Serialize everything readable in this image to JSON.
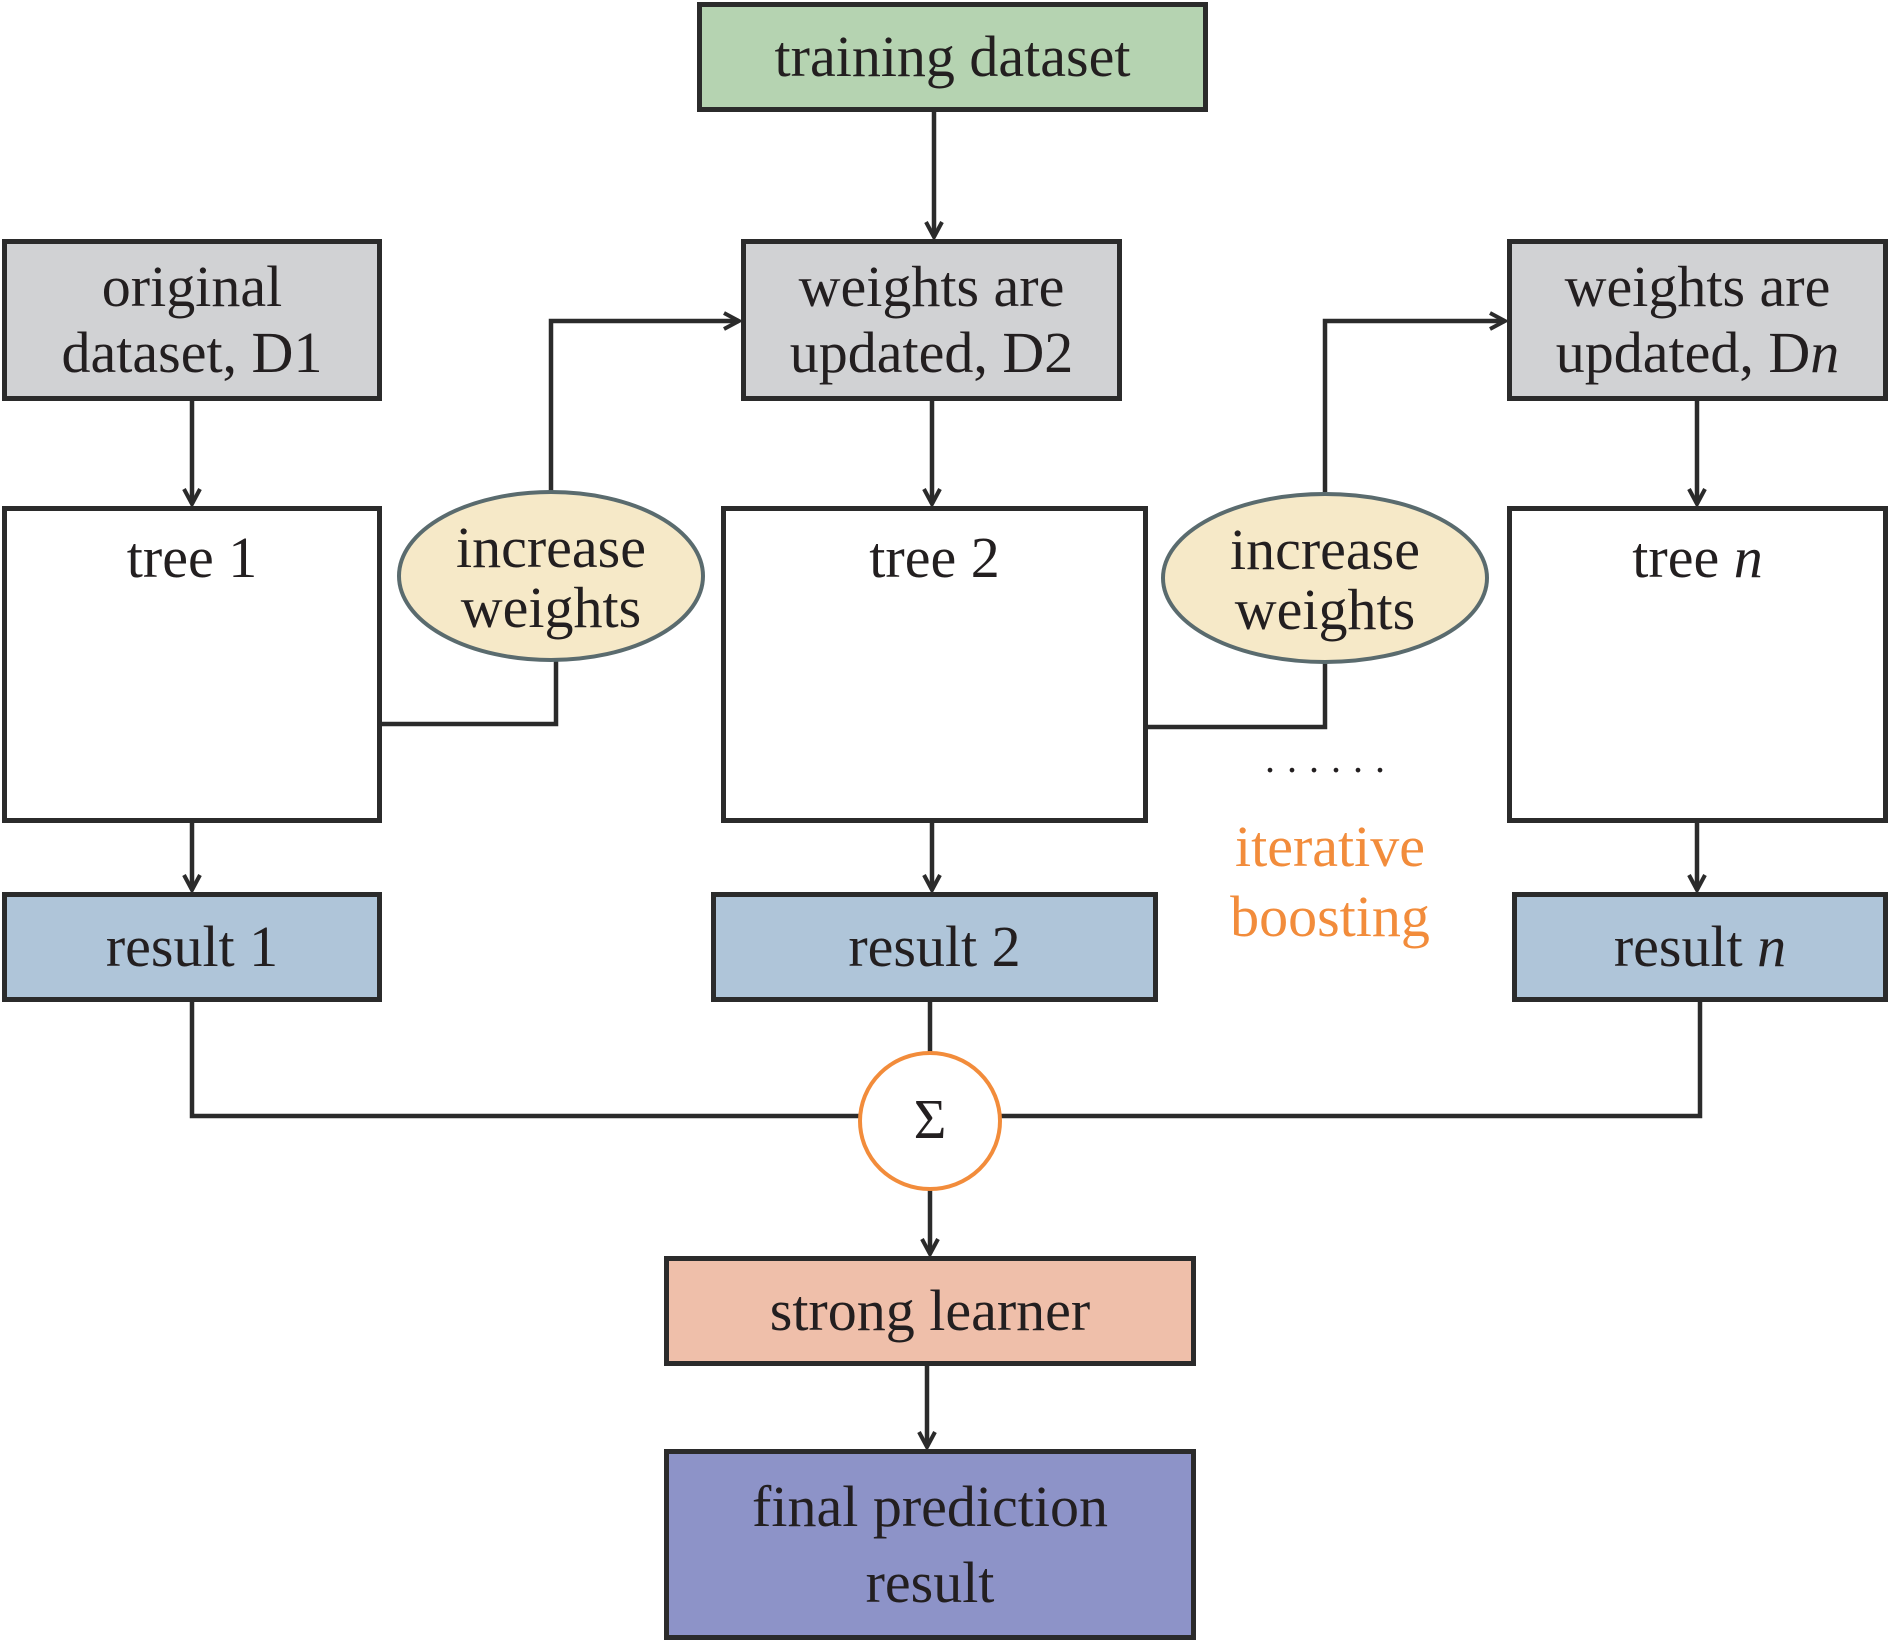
{
  "colors": {
    "training": "#b5d3b1",
    "dataset_box": "#d1d2d4",
    "tree_box": "#ffffff",
    "result_box": "#afc5d9",
    "strong_learner": "#efbfaa",
    "final_prediction": "#8d93c8",
    "ellipse_fill": "#f6e9c8",
    "ellipse_stroke": "#5a6b6e",
    "node_orange": "#f28c3b",
    "node_blue": "#aed6da",
    "node_stroke": "#56656a",
    "accent_orange": "#f28c3b",
    "line": "#2b2b2b"
  },
  "training": {
    "label": "training dataset"
  },
  "datasets": [
    {
      "label_line1": "original",
      "label_line2": "dataset, D1",
      "italic_suffix": ""
    },
    {
      "label_line1": "weights are",
      "label_line2": "updated, D2",
      "italic_suffix": ""
    },
    {
      "label_line1": "weights are",
      "label_line2": "updated, D",
      "italic_suffix": "n"
    }
  ],
  "trees": [
    {
      "label": "tree 1",
      "italic_suffix": "",
      "nodes": [
        "orange",
        "blue",
        "blue",
        "orange",
        "blue",
        "blue",
        "blue",
        "orange"
      ]
    },
    {
      "label": "tree 2",
      "italic_suffix": "",
      "nodes": [
        "orange",
        "blue",
        "blue",
        "orange",
        "blue",
        "blue",
        "blue",
        "orange"
      ]
    },
    {
      "label": "tree ",
      "italic_suffix": "n",
      "nodes": [
        "orange",
        "blue",
        "blue",
        "orange",
        "blue",
        "blue",
        "blue",
        "orange"
      ]
    }
  ],
  "weight_steps": [
    {
      "label": "increase\nweights"
    },
    {
      "label": "increase\nweights"
    }
  ],
  "results": [
    {
      "label": "result 1",
      "italic_suffix": ""
    },
    {
      "label": "result 2",
      "italic_suffix": ""
    },
    {
      "label": "result ",
      "italic_suffix": "n"
    }
  ],
  "ellipsis": "......",
  "iterative_label": "iterative\nboosting",
  "sum_symbol": "Σ",
  "strong_learner": {
    "label": "strong learner"
  },
  "final": {
    "label": "final prediction\nresult"
  }
}
